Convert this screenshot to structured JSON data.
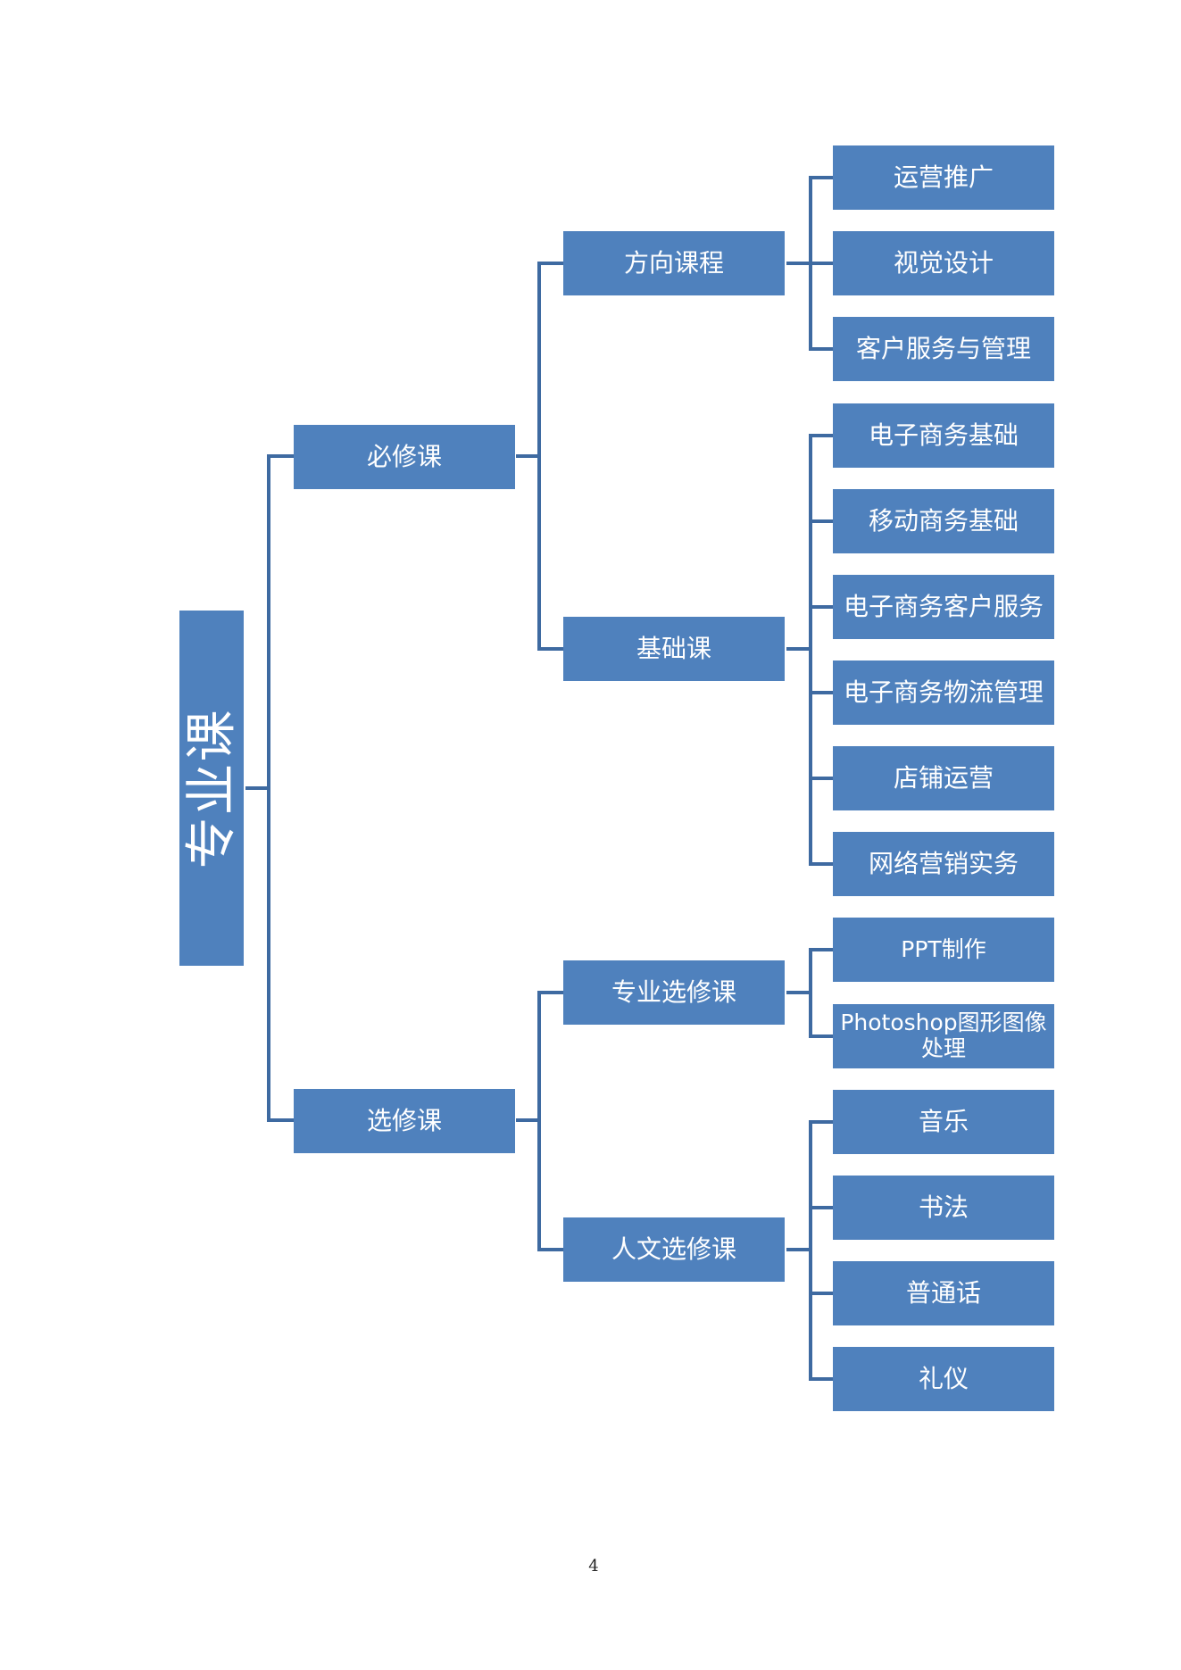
{
  "root": "专业课",
  "required": {
    "label": "必修课",
    "direction": {
      "label": "方向课程",
      "items": [
        "运营推广",
        "视觉设计",
        "客户服务与管理"
      ]
    },
    "basic": {
      "label": "基础课",
      "items": [
        "电子商务基础",
        "移动商务基础",
        "电子商务客户服务",
        "电子商务物流管理",
        "店铺运营",
        "网络营销实务"
      ]
    }
  },
  "elective": {
    "label": "选修课",
    "professional": {
      "label": "专业选修课",
      "items": [
        "PPT制作",
        "Photoshop图形图像处理"
      ]
    },
    "humanities": {
      "label": "人文选修课",
      "items": [
        "音乐",
        "书法",
        "普通话",
        "礼仪"
      ]
    }
  },
  "page_number": "4",
  "colors": {
    "box": "#4f81bd",
    "line": "#3e6aa1",
    "text": "#ffffff"
  }
}
